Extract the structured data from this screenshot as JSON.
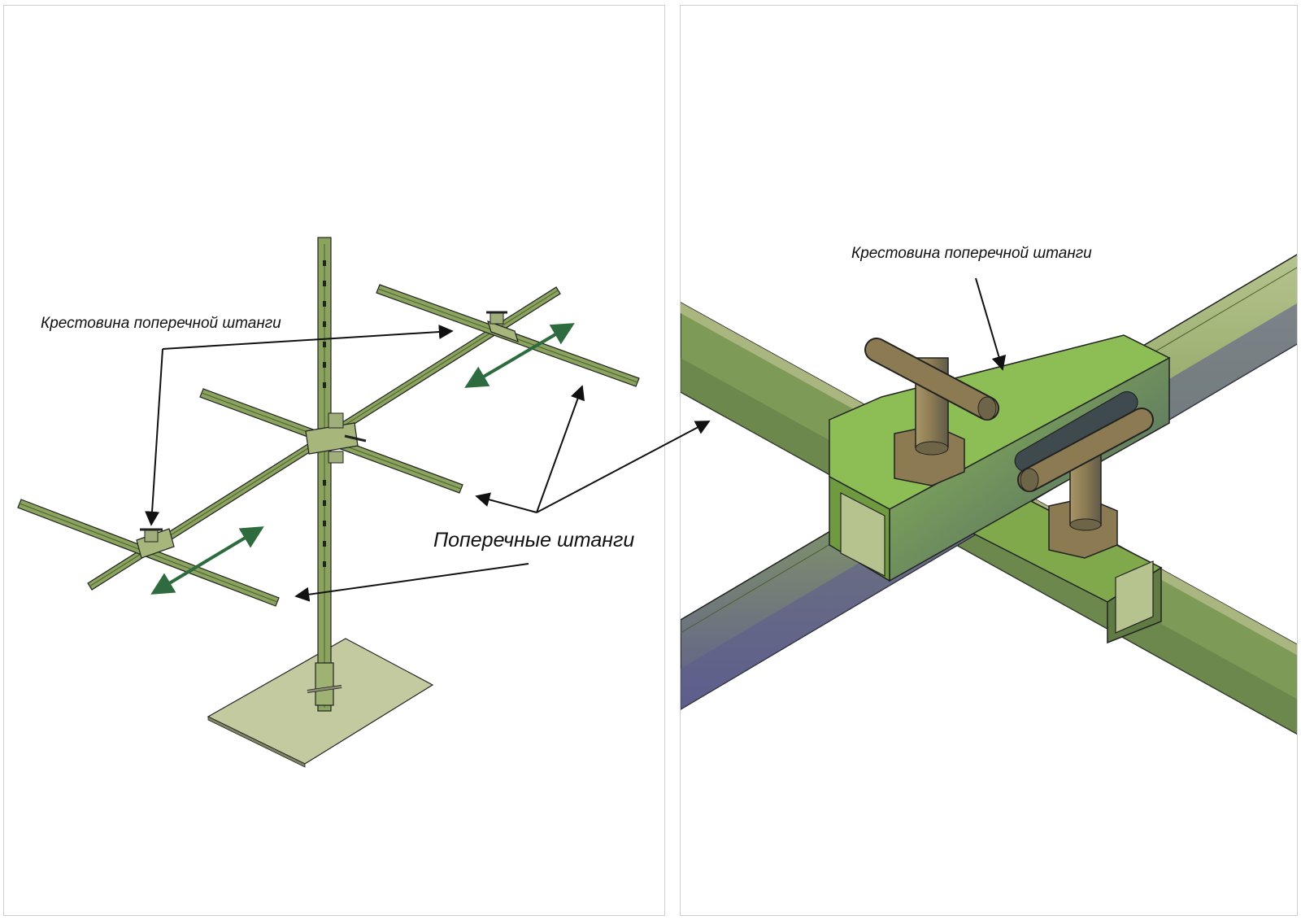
{
  "labels": {
    "left_crossbar_joint": "Крестовина поперечной штанги",
    "right_crossbar_joint": "Крестовина поперечной штанги",
    "crossbars": "Поперечные штанги"
  },
  "colors": {
    "tube_green": "#8aa35e",
    "tube_dark": "#4c5f2f",
    "tube_light": "#b6c38e",
    "tube_purple": "#5e5d8e",
    "clamp_green": "#7fa94a",
    "clamp_dark": "#4e5f66",
    "bolt_brown": "#8b7a52",
    "base_plate": "#c4caa0",
    "arrow_black": "#111111",
    "arrow_green": "#2e6b3e",
    "panel_border": "#cfcfcf"
  },
  "icons": {
    "direction_arrow": "double-headed-arrow-icon",
    "pointer_arrow": "arrow-icon"
  }
}
